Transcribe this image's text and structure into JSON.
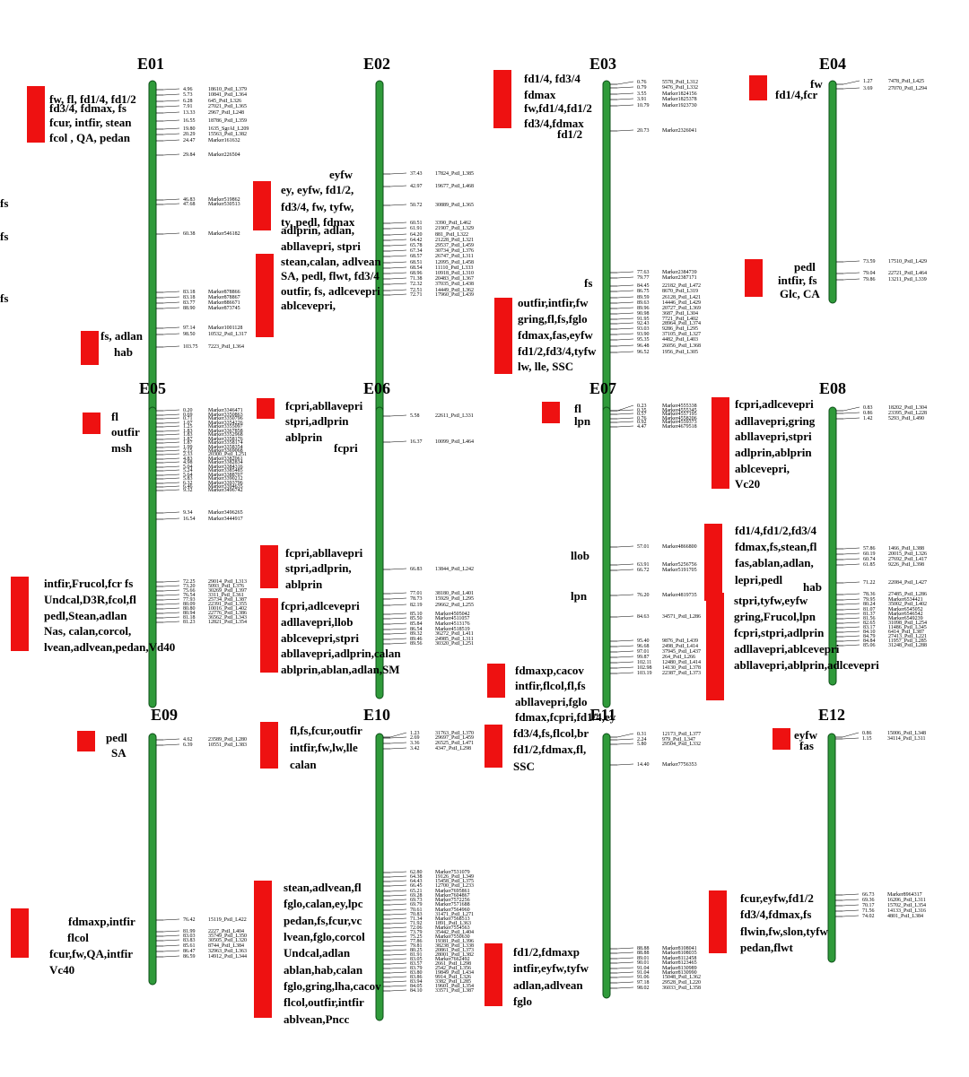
{
  "colors": {
    "chromosome": "#2f9a3a",
    "qtl": "#ee1111",
    "text": "#000000"
  },
  "panels": [
    {
      "title": "E01",
      "markers": [
        [
          "4.96",
          "18610_PstI_L379"
        ],
        [
          "5.73",
          "10841_PstI_L364"
        ],
        [
          "6.28",
          "645_PstI_L326"
        ],
        [
          "7.91",
          "27021_PstI_L365"
        ],
        [
          "13.33",
          "2967_PstI_L248"
        ],
        [
          "16.55",
          "18786_PstI_L359"
        ],
        [
          "19.80",
          "1635_SgrAI_L209"
        ],
        [
          "20.29",
          "15563_PstI_L382"
        ],
        [
          "24.47",
          "Marker161632"
        ],
        [
          "29.84",
          "Marker226504"
        ],
        [
          "46.83",
          "Marker519862"
        ],
        [
          "47.68",
          "Marker530513"
        ],
        [
          "60.38",
          "Marker546182"
        ],
        [
          "83.18",
          "Marker878866"
        ],
        [
          "83.18",
          "Marker878867"
        ],
        [
          "83.77",
          "Marker886671"
        ],
        [
          "88.90",
          "Marker873745"
        ],
        [
          "97.14",
          "Marker1001128"
        ],
        [
          "98.50",
          "10532_PstI_L317"
        ],
        [
          "103.75",
          "7223_PstI_L364"
        ]
      ],
      "traits": [
        [
          "fw, fl, fd1/4, fd1/2",
          "fd3/4, fdmax, fs",
          "fcur, intfir, stean",
          "fcol ,  QA, pedan"
        ],
        [
          "fs"
        ],
        [
          "fs"
        ],
        [
          "fs"
        ],
        [
          "fs, adlan",
          "hab"
        ]
      ]
    },
    {
      "title": "E02",
      "markers": [
        [
          "37.43",
          "17824_PstI_L385"
        ],
        [
          "42.97",
          "19677_PstI_L468"
        ],
        [
          "50.72",
          "30889_PstI_L365"
        ],
        [
          "60.51",
          "3390_PstI_L462"
        ],
        [
          "61.91",
          "21907_PstI_L329"
        ],
        [
          "64.20",
          "881_PstI_L322"
        ],
        [
          "64.42",
          "21228_PstI_L321"
        ],
        [
          "65.78",
          "29537_PstI_L459"
        ],
        [
          "67.34",
          "30734_PstI_L376"
        ],
        [
          "68.57",
          "26747_PstI_L311"
        ],
        [
          "68.51",
          "12095_PstI_L458"
        ],
        [
          "68.54",
          "11110_PstI_L333"
        ],
        [
          "68.96",
          "10918_PstI_L310"
        ],
        [
          "71.38",
          "20483_PstI_L367"
        ],
        [
          "72.32",
          "37035_PstI_L438"
        ],
        [
          "72.51",
          "14449_PstI_L362"
        ],
        [
          "72.71",
          "17960_PstI_L439"
        ]
      ],
      "traits": [
        [
          "eyfw"
        ],
        [
          "ey, eyfw, fd1/2,",
          "fd3/4, fw,  tyfw,",
          "ty,  pedl,  fdmax"
        ],
        [
          "adlprin, adlan,",
          "abllavepri, stpri",
          "stean,calan, adlvean",
          "SA, pedl, flwt, fd3/4",
          "outfir, fs, adlcevepri",
          "ablcevepri,"
        ]
      ]
    },
    {
      "title": "E03",
      "markers": [
        [
          "0.76",
          "5578_PstI_L312"
        ],
        [
          "0.79",
          "9476_PstI_L332"
        ],
        [
          "3.55",
          "Marker1824156"
        ],
        [
          "3.91",
          "Marker1825378"
        ],
        [
          "10.79",
          "Marker1923730"
        ],
        [
          "20.73",
          "Marker2326041"
        ],
        [
          "77.63",
          "Marker2384739"
        ],
        [
          "79.77",
          "Marker2387171"
        ],
        [
          "84.45",
          "22182_PstI_L472"
        ],
        [
          "86.75",
          "8670_PstI_L319"
        ],
        [
          "89.59",
          "26128_PstI_L421"
        ],
        [
          "89.63",
          "14446_PstI_L429"
        ],
        [
          "89.96",
          "20727_PstI_L369"
        ],
        [
          "90.98",
          "3687_PstI_L304"
        ],
        [
          "91.95",
          "7721_PstI_L402"
        ],
        [
          "92.43",
          "28964_PstI_L374"
        ],
        [
          "93.03",
          "9286_PstI_L295"
        ],
        [
          "93.90",
          "37105_PstI_L327"
        ],
        [
          "95.35",
          "4482_PstI_L403"
        ],
        [
          "96.48",
          "26056_PstI_L368"
        ],
        [
          "96.52",
          "1956_PstI_L305"
        ]
      ],
      "traits": [
        [
          "fd1/4, fd3/4",
          "fdmax",
          "fw,fd1/4,fd1/2",
          "fd3/4,fdmax"
        ],
        [
          "fd1/2"
        ],
        [
          "fs"
        ],
        [
          "outfir,intfir,fw",
          "gring,fl,fs,fglo",
          "fdmax,fas,eyfw",
          "fd1/2,fd3/4,tyfw",
          "lw, lle, SSC"
        ]
      ]
    },
    {
      "title": "E04",
      "markers": [
        [
          "1.27",
          "7478_PstI_L425"
        ],
        [
          "3.69",
          "27070_PstI_L294"
        ],
        [
          "73.59",
          "17510_PstI_L429"
        ],
        [
          "79.04",
          "22721_PstI_L464"
        ],
        [
          "79.86",
          "13211_PstI_L339"
        ]
      ],
      "traits": [
        [
          "fw",
          "fd1/4,fcr"
        ],
        [
          "pedl",
          "intfir, fs",
          "Glc, CA"
        ]
      ]
    },
    {
      "title": "E05",
      "markers": [
        [
          "0.20",
          "Marker3346471"
        ],
        [
          "0.69",
          "Marker3350863"
        ],
        [
          "0.71",
          "Marker3350796"
        ],
        [
          "1.07",
          "Marker3354226"
        ],
        [
          "1.25",
          "Marker3355097"
        ],
        [
          "1.83",
          "Marker3367858"
        ],
        [
          "1.83",
          "Marker3352968"
        ],
        [
          "1.87",
          "Marker3358176"
        ],
        [
          "1.87",
          "Marker3358174"
        ],
        [
          "1.99",
          "Marker3358354"
        ],
        [
          "2.15",
          "Marker3369068"
        ],
        [
          "2.33",
          "20300_PstI_L251"
        ],
        [
          "4.83",
          "Marker3382061"
        ],
        [
          "4.98",
          "Marker3382834"
        ],
        [
          "5.04",
          "Marker3384316"
        ],
        [
          "5.24",
          "Marker3385485"
        ],
        [
          "5.64",
          "Marker3388707"
        ],
        [
          "5.83",
          "Marker3390212"
        ],
        [
          "6.32",
          "Marker3393796"
        ],
        [
          "6.46",
          "Marker3394635"
        ],
        [
          "9.32",
          "Marker3496742"
        ],
        [
          "9.34",
          "Marker3496265"
        ],
        [
          "16.54",
          "Marker3444917"
        ],
        [
          "72.25",
          "29014_PstI_L313"
        ],
        [
          "73.20",
          "5093_PstI_L376"
        ],
        [
          "75.66",
          "30269_PstI_L397"
        ],
        [
          "76.54",
          "3311_PstI_L361"
        ],
        [
          "77.93",
          "25734_PstI_L387"
        ],
        [
          "80.09",
          "22391_PstI_L355"
        ],
        [
          "80.80",
          "10016_PstI_L402"
        ],
        [
          "80.94",
          "22776_PstI_L386"
        ],
        [
          "81.18",
          "36562_PstI_L343"
        ],
        [
          "81.23",
          "12821_PstI_L354"
        ]
      ],
      "traits": [
        [
          "fl",
          "outfir",
          "msh"
        ],
        [
          "intfir,Frucol,fcr fs",
          "Undcal,D3R,fcol,fl",
          "pedl,Stean,adlan",
          "Nas, calan,corcol,",
          "lvean,adlvean,pedan,Vd40"
        ]
      ]
    },
    {
      "title": "E06",
      "markers": [
        [
          "5.58",
          "22611_PstI_L331"
        ],
        [
          "16.37",
          "10099_PstI_L464"
        ],
        [
          "66.83",
          "13844_PstI_L242"
        ],
        [
          "77.01",
          "38180_PstI_L401"
        ],
        [
          "78.73",
          "15929_PstI_L295"
        ],
        [
          "82.19",
          "29662_PstI_L255"
        ],
        [
          "85.10",
          "Marker4505042"
        ],
        [
          "85.50",
          "Marker4511057"
        ],
        [
          "85.84",
          "Marker4513176"
        ],
        [
          "86.54",
          "Marker4518519"
        ],
        [
          "89.32",
          "36272_PstI_L411"
        ],
        [
          "89.46",
          "24985_PstI_L311"
        ],
        [
          "89.56",
          "30320_PstI_L251"
        ]
      ],
      "traits": [
        [
          "fcpri,abllavepri",
          "stpri,adlprin",
          "ablprin"
        ],
        [
          "fcpri"
        ],
        [
          "fcpri,abllavepri",
          "stpri,adlprin,",
          "ablprin"
        ],
        [
          "fcpri,adlcevepri",
          "adllavepri,llob",
          "ablcevepri,stpri",
          "abllavepri,adlprin,calan",
          "ablprin,ablan,adlan,SM"
        ]
      ]
    },
    {
      "title": "E07",
      "markers": [
        [
          "0.23",
          "Marker4555338"
        ],
        [
          "0.35",
          "Marker4555345"
        ],
        [
          "0.57",
          "Marker4557195"
        ],
        [
          "0.76",
          "Marker4558206"
        ],
        [
          "0.92",
          "Marker4559373"
        ],
        [
          "4.47",
          "Marker4679518"
        ],
        [
          "57.01",
          "Marker4866800"
        ],
        [
          "63.91",
          "Marker5256756"
        ],
        [
          "66.72",
          "Marker5191705"
        ],
        [
          "76.20",
          "Marker4819735"
        ],
        [
          "84.63",
          "34571_PstI_L286"
        ],
        [
          "95.40",
          "9876_PstI_L439"
        ],
        [
          "96.68",
          "2498_PstI_L414"
        ],
        [
          "97.01",
          "37945_PstI_L437"
        ],
        [
          "99.87",
          "264_PstI_L266"
        ],
        [
          "102.11",
          "12480_PstI_L414"
        ],
        [
          "102.98",
          "14130_PstI_L378"
        ],
        [
          "103.19",
          "22387_PstI_L373"
        ]
      ],
      "traits": [
        [
          "fl",
          "lpn"
        ],
        [
          "llob"
        ],
        [
          "lpn"
        ],
        [
          "fdmaxp,cacov",
          "intfir,flcol,fl,fs",
          "abllavepri,fglo",
          "fdmax,fcpri,fd1/4,ey"
        ]
      ]
    },
    {
      "title": "E08",
      "markers": [
        [
          "0.83",
          "18202_PstI_L304"
        ],
        [
          "0.86",
          "23395_PstI_L228"
        ],
        [
          "1.42",
          "5293_PstI_L490"
        ],
        [
          "57.86",
          "1466_PstI_L388"
        ],
        [
          "60.19",
          "20015_PstI_L326"
        ],
        [
          "60.74",
          "27692_PstI_L417"
        ],
        [
          "61.85",
          "9226_PstI_L398"
        ],
        [
          "71.22",
          "22084_PstI_L427"
        ],
        [
          "78.36",
          "27485_PstI_L286"
        ],
        [
          "79.95",
          "Marker6534421"
        ],
        [
          "80.24",
          "35002_PstI_L402"
        ],
        [
          "81.07",
          "Marker6545052"
        ],
        [
          "81.37",
          "Marker6546542"
        ],
        [
          "81.56",
          "Marker6549239"
        ],
        [
          "82.65",
          "31098_PstI_L254"
        ],
        [
          "83.17",
          "11486_PstI_L345"
        ],
        [
          "84.10",
          "6414_PstI_L387"
        ],
        [
          "84.79",
          "27413_PstI_L221"
        ],
        [
          "84.84",
          "11957_PstI_L285"
        ],
        [
          "85.06",
          "31248_PstI_L288"
        ]
      ],
      "traits": [
        [
          "fcpri,adlcevepri",
          "adllavepri,gring",
          "abllavepri,stpri",
          "adlprin,ablprin",
          "ablcevepri,",
          "Vc20"
        ],
        [
          "fd1/4,fd1/2,fd3/4",
          "fdmax,fs,stean,fl",
          "fas,ablan,adlan,",
          "lepri,pedl"
        ],
        [
          "hab"
        ],
        [
          "stpri,tyfw,eyfw",
          "gring,Frucol,lpn",
          "fcpri,stpri,adlprin",
          "adllavepri,ablcevepri",
          "abllavepri,ablprin,adlcevepri"
        ]
      ]
    },
    {
      "title": "E09",
      "markers": [
        [
          "4.62",
          "23589_PstI_L280"
        ],
        [
          "6.39",
          "10551_PstI_L383"
        ],
        [
          "76.42",
          "15119_PstI_L422"
        ],
        [
          "81.99",
          "2227_PstI_L404"
        ],
        [
          "83.03",
          "35749_PstI_L350"
        ],
        [
          "83.83",
          "30505_PstI_L320"
        ],
        [
          "85.61",
          "8744_PstI_L384"
        ],
        [
          "86.47",
          "32963_PstI_L363"
        ],
        [
          "86.59",
          "14912_PstI_L344"
        ]
      ],
      "traits": [
        [
          "pedl",
          "SA"
        ],
        [
          "fdmaxp,intfir",
          "flcol",
          "fcur,fw,QA,intfir",
          "Vc40"
        ]
      ]
    },
    {
      "title": "E10",
      "markers": [
        [
          "1.23",
          "31763_PstI_L370"
        ],
        [
          "2.69",
          "29697_PstI_L459"
        ],
        [
          "3.36",
          "26525_PstI_L471"
        ],
        [
          "3.42",
          "4347_PstI_L298"
        ],
        [
          "62.80",
          "Marker7531079"
        ],
        [
          "64.38",
          "19126_PstI_L349"
        ],
        [
          "64.43",
          "15458_PstI_L375"
        ],
        [
          "66.45",
          "12700_PstI_L233"
        ],
        [
          "65.21",
          "Marker7695861"
        ],
        [
          "69.28",
          "Marker7604867"
        ],
        [
          "69.73",
          "Marker7572256"
        ],
        [
          "69.79",
          "Marker7571688"
        ],
        [
          "70.61",
          "Marker7564960"
        ],
        [
          "70.83",
          "31471_PstI_L271"
        ],
        [
          "71.34",
          "Marker7568513"
        ],
        [
          "71.92",
          "1891_PstI_L363"
        ],
        [
          "72.06",
          "Marker7554563"
        ],
        [
          "73.79",
          "35442_PstI_L404"
        ],
        [
          "75.25",
          "Marker7550630"
        ],
        [
          "77.86",
          "19381_PstI_L396"
        ],
        [
          "79.81",
          "38238_PstI_L338"
        ],
        [
          "80.25",
          "20861_PstI_L373"
        ],
        [
          "81.91",
          "28001_PstI_L382"
        ],
        [
          "83.05",
          "Marker7662492"
        ],
        [
          "83.57",
          "2661_PstI_L298"
        ],
        [
          "83.79",
          "2542_PstI_L356"
        ],
        [
          "83.80",
          "19849_PstI_L434"
        ],
        [
          "83.86",
          "9914_PstI_L326"
        ],
        [
          "83.94",
          "3382_PstI_L285"
        ],
        [
          "84.05",
          "19601_PstI_L354"
        ],
        [
          "84.10",
          "33571_PstI_L387"
        ]
      ],
      "traits": [
        [
          "fl,fs,fcur,outfir",
          "intfir,fw,lw,lle",
          "calan"
        ],
        [
          "stean,adlvean,fl",
          "fglo,calan,ey,lpc",
          "pedan,fs,fcur,vc",
          "lvean,fglo,corcol",
          "Undcal,adlan",
          "ablan,hab,calan",
          "fglo,gring,lha,cacov",
          "flcol,outfir,intfir",
          "ablvean,Pncc"
        ]
      ]
    },
    {
      "title": "E11",
      "markers": [
        [
          "0.31",
          "12173_PstI_L377"
        ],
        [
          "2.24",
          "979_PstI_L347"
        ],
        [
          "5.80",
          "29504_PstI_L332"
        ],
        [
          "14.40",
          "Marker7756353"
        ],
        [
          "88.88",
          "Marker8108041"
        ],
        [
          "88.88",
          "Marker8108035"
        ],
        [
          "89.01",
          "Marker8112458"
        ],
        [
          "90.01",
          "Marker8123465"
        ],
        [
          "91.04",
          "Marker8130989"
        ],
        [
          "91.04",
          "Marker8130990"
        ],
        [
          "91.06",
          "15048_PstI_L362"
        ],
        [
          "97.18",
          "29528_PstI_L220"
        ],
        [
          "98.02",
          "36033_PstI_L358"
        ]
      ],
      "traits": [
        [
          "fd3/4,fs,flcol,br",
          "fd1/2,fdmax,fl,",
          "SSC"
        ],
        [
          "fd1/2,fdmaxp",
          "intfir,eyfw,tyfw",
          "adlan,adlvean",
          "fglo"
        ]
      ]
    },
    {
      "title": "E12",
      "markers": [
        [
          "0.86",
          "15006_PstI_L348"
        ],
        [
          "1.15",
          "34114_PstI_L311"
        ],
        [
          "66.73",
          "Marker8964317"
        ],
        [
          "69.36",
          "16206_PstI_L311"
        ],
        [
          "70.17",
          "15702_PstI_L354"
        ],
        [
          "71.56",
          "14133_PstI_L316"
        ],
        [
          "74.02",
          "4801_PstI_L384"
        ]
      ],
      "traits": [
        [
          "eyfw",
          "fas"
        ],
        [
          "fcur,eyfw,fd1/2",
          "fd3/4,fdmax,fs",
          "flwin,fw,slon,tyfw",
          "pedan,flwt"
        ]
      ]
    }
  ]
}
